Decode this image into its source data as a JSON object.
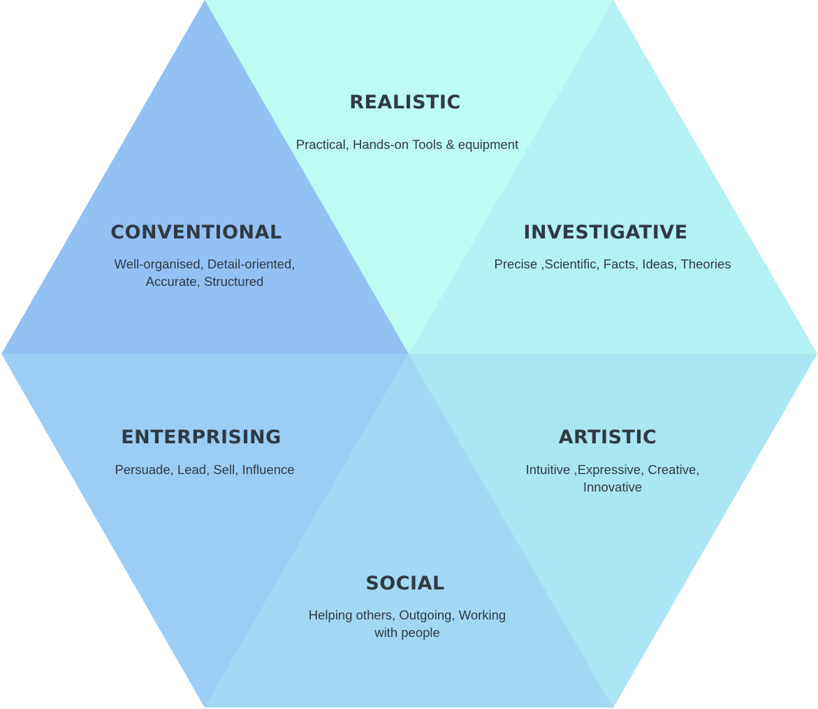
{
  "sectors": [
    {
      "id": "realistic",
      "title": "REALISTIC",
      "description": [
        "Practical, Hands-on Tools & equipment"
      ],
      "color": "#bdfbf3"
    },
    {
      "id": "investigative",
      "title": "INVESTIGATIVE",
      "description": [
        "Precise ,Scientific, Facts, Ideas, Theories"
      ],
      "color": "#b4f1f3"
    },
    {
      "id": "artistic",
      "title": "ARTISTIC",
      "description": [
        "Intuitive ,Expressive, Creative,",
        "Innovative"
      ],
      "color": "#abe6f4"
    },
    {
      "id": "social",
      "title": "SOCIAL",
      "description": [
        "Helping others, Outgoing, Working",
        "with people"
      ],
      "color": "#a3d8f4"
    },
    {
      "id": "enterprising",
      "title": "ENTERPRISING",
      "description": [
        "Persuade, Lead, Sell,  Influence"
      ],
      "color": "#9bcdf5"
    },
    {
      "id": "conventional",
      "title": "CONVENTIONAL",
      "description": [
        "Well-organised, Detail-oriented,",
        "Accurate, Structured"
      ],
      "color": "#93c1f4"
    }
  ]
}
